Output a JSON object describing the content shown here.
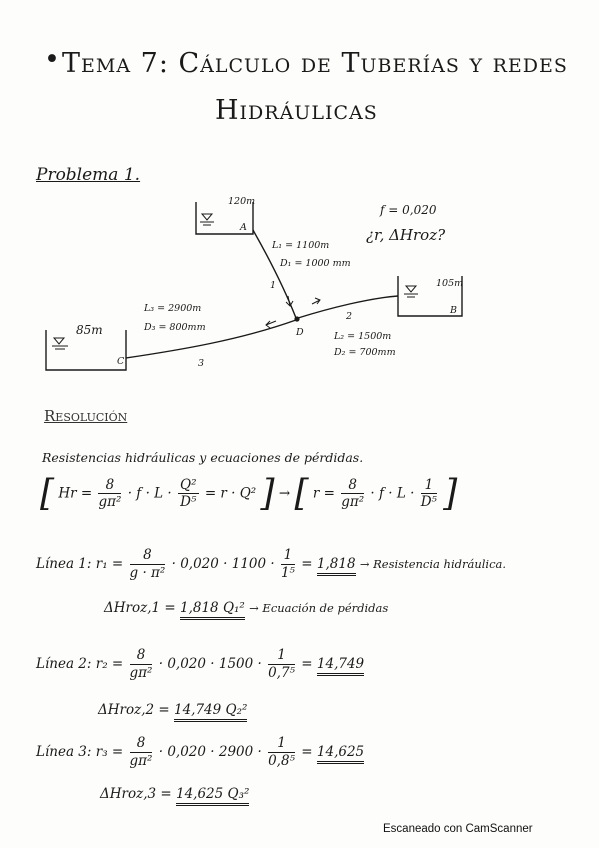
{
  "header": {
    "bullet": "•",
    "title_line1": "Tema 7: Cálculo de Tuberías y redes",
    "title_line2": "Hidráulicas"
  },
  "problem": {
    "label": "Problema 1.",
    "diagram": {
      "tank_a": {
        "elev": "120m",
        "letter": "A"
      },
      "tank_b": {
        "elev": "105m",
        "letter": "B"
      },
      "tank_c": {
        "elev": "85m",
        "letter": "C"
      },
      "node_d": "D",
      "pipe1": {
        "num": "1",
        "L": "L₁ = 1100m",
        "D": "D₁ = 1000 mm"
      },
      "pipe2": {
        "num": "2",
        "L": "L₂ = 1500m",
        "D": "D₂ = 700mm"
      },
      "pipe3": {
        "num": "3",
        "L": "L₃ = 2900m",
        "D": "D₃ = 800mm"
      },
      "friction": "f = 0,020",
      "question": "¿r, ΔHroz?"
    }
  },
  "resolution": {
    "heading": "Resolución",
    "intro": "Resistencias hidráulicas y ecuaciones de pérdidas.",
    "general": {
      "lhs": "Hr =",
      "num8": "8",
      "den_g": "gπ²",
      "mid": "· f · L ·",
      "numQ": "Q²",
      "denD": "D⁵",
      "rhs": "= r · Q²",
      "arrow": "→",
      "r_lhs": "r =",
      "mid2": "· f · L ·",
      "num1": "1",
      "denD5": "D⁵"
    },
    "lines": [
      {
        "label": "Línea 1:",
        "r_lhs": "r₁ =",
        "num8": "8",
        "den_g": "g · π²",
        "mid": "· 0,020 · 1100 ·",
        "num1": "1",
        "den": "1⁵",
        "result": "1,818",
        "note": "→ Resistencia hidráulica.",
        "dh_lhs": "ΔHroz,1 =",
        "dh_val": "1,818 Q₁²",
        "dh_note": "→ Ecuación de pérdidas"
      },
      {
        "label": "Línea 2:",
        "r_lhs": "r₂ =",
        "num8": "8",
        "den_g": "gπ²",
        "mid": "· 0,020 · 1500 ·",
        "num1": "1",
        "den": "0,7⁵",
        "result": "14,749",
        "dh_lhs": "ΔHroz,2 =",
        "dh_val": "14,749 Q₂²"
      },
      {
        "label": "Línea 3:",
        "r_lhs": "r₃ =",
        "num8": "8",
        "den_g": "gπ²",
        "mid": "· 0,020 · 2900 ·",
        "num1": "1",
        "den": "0,8⁵",
        "result": "14,625",
        "dh_lhs": "ΔHroz,3 =",
        "dh_val": "14,625 Q₃²"
      }
    ]
  },
  "footer": {
    "scanner": "Escaneado con CamScanner"
  }
}
